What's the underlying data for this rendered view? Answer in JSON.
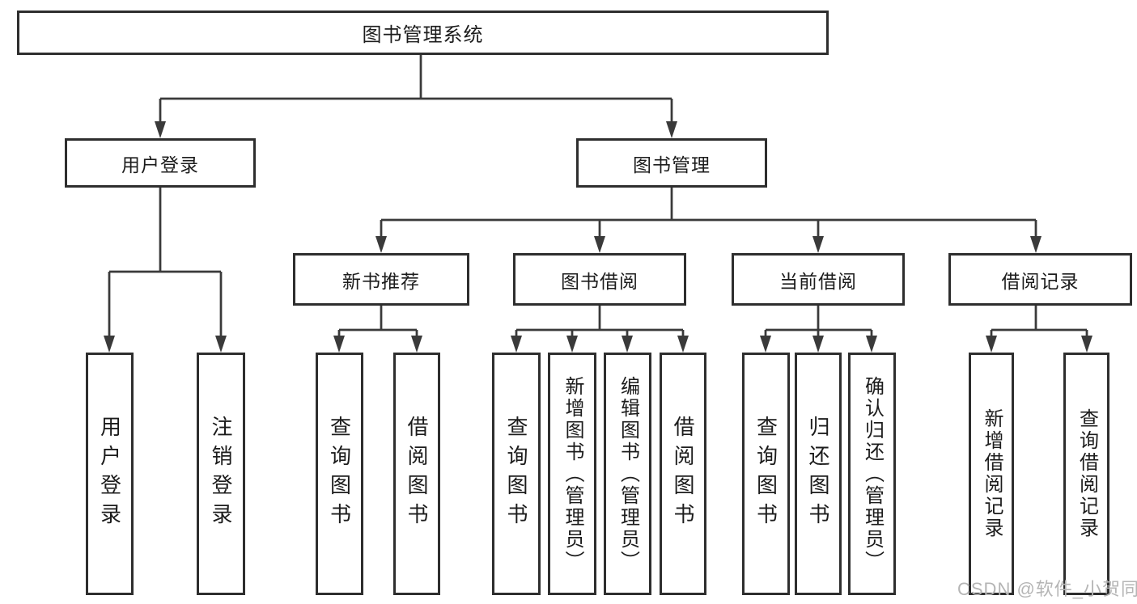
{
  "diagram": {
    "colors": {
      "line": "#3a3a3a",
      "arrow": "#3a3a3a",
      "border": "#2e2e2e",
      "text": "#1c1c1c",
      "watermark": "#b5b5b5",
      "background": "#ffffff"
    },
    "watermark": {
      "text": "CSDN @软件_小贺同学"
    },
    "tree": {
      "label": "图书管理系统",
      "children": [
        {
          "label": "用户登录",
          "children": [
            {
              "label": "用户登录"
            },
            {
              "label": "注销登录"
            }
          ]
        },
        {
          "label": "图书管理",
          "children": [
            {
              "label": "新书推荐",
              "children": [
                {
                  "label": "查询图书"
                },
                {
                  "label": "借阅图书"
                }
              ]
            },
            {
              "label": "图书借阅",
              "children": [
                {
                  "label": "查询图书"
                },
                {
                  "label": "新增图书（管理员）"
                },
                {
                  "label": "编辑图书（管理员）"
                },
                {
                  "label": "借阅图书"
                }
              ]
            },
            {
              "label": "当前借阅",
              "children": [
                {
                  "label": "查询图书"
                },
                {
                  "label": "归还图书"
                },
                {
                  "label": "确认归还（管理员）"
                }
              ]
            },
            {
              "label": "借阅记录",
              "children": [
                {
                  "label": "新增借阅记录"
                },
                {
                  "label": "查询借阅记录"
                }
              ]
            }
          ]
        }
      ]
    }
  }
}
